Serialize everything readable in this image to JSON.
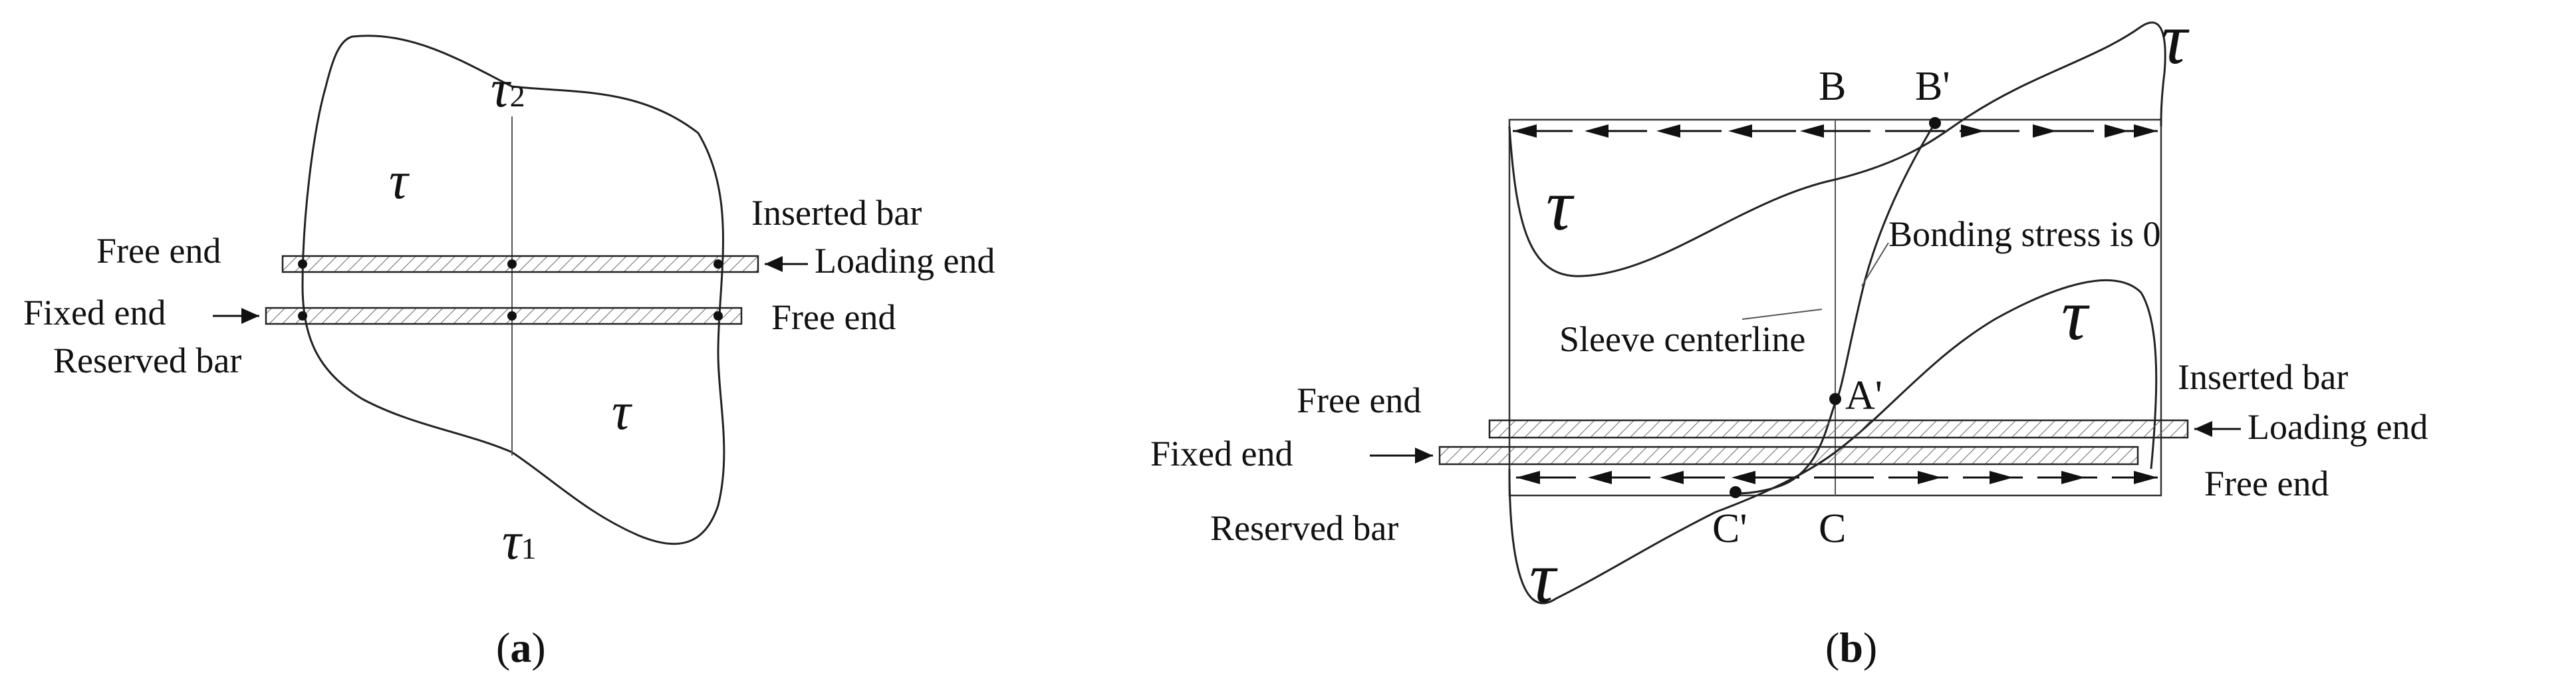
{
  "panel_a": {
    "tau": "τ",
    "tau2_symbol": "τ",
    "tau2_sub": "2",
    "tau1_symbol": "τ",
    "tau1_sub": "1",
    "labels": {
      "inserted_bar": "Inserted bar",
      "free_end_left": "Free end",
      "loading_end": "Loading end",
      "fixed_end": "Fixed end",
      "free_end_right": "Free end",
      "reserved_bar": "Reserved bar"
    },
    "caption_open": "(",
    "caption_letter": "a",
    "caption_close": ")"
  },
  "panel_b": {
    "tau": "τ",
    "points": {
      "B": "B",
      "B_prime": "B'",
      "A_prime": "A'",
      "C_prime": "C'",
      "C": "C"
    },
    "labels": {
      "bonding_stress": "Bonding stress is 0",
      "sleeve_centerline": "Sleeve centerline",
      "inserted_bar": "Inserted bar",
      "free_end_left": "Free end",
      "loading_end": "Loading end",
      "fixed_end": "Fixed end",
      "free_end_right": "Free end",
      "reserved_bar": "Reserved bar"
    },
    "caption_open": "(",
    "caption_letter": "b",
    "caption_close": ")"
  }
}
